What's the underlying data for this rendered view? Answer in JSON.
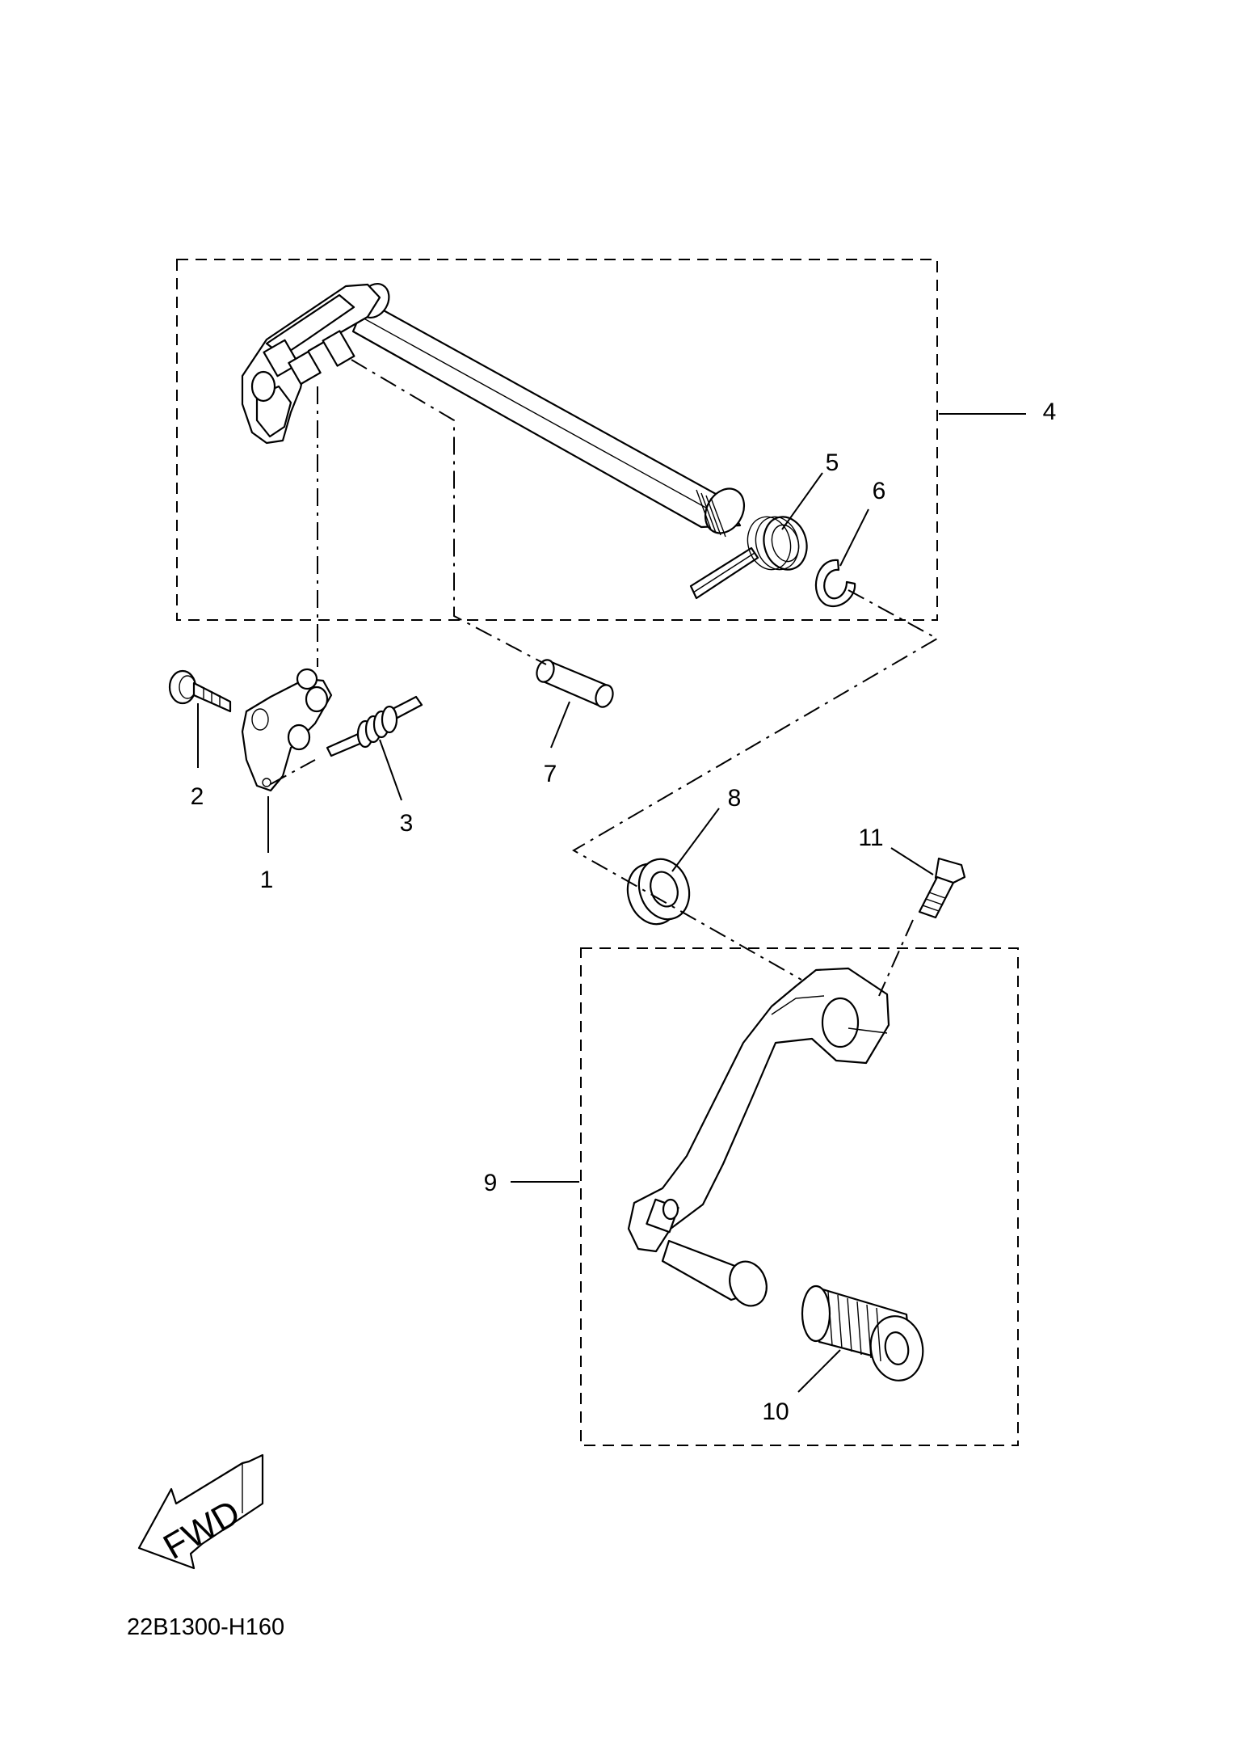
{
  "diagram": {
    "reference_code": "22B1300-H160",
    "direction_arrow_label": "FWD",
    "callouts": [
      {
        "id": "1",
        "label": "1"
      },
      {
        "id": "2",
        "label": "2"
      },
      {
        "id": "3",
        "label": "3"
      },
      {
        "id": "4",
        "label": "4"
      },
      {
        "id": "5",
        "label": "5"
      },
      {
        "id": "6",
        "label": "6"
      },
      {
        "id": "7",
        "label": "7"
      },
      {
        "id": "8",
        "label": "8"
      },
      {
        "id": "9",
        "label": "9"
      },
      {
        "id": "10",
        "label": "10"
      },
      {
        "id": "11",
        "label": "11"
      }
    ]
  }
}
